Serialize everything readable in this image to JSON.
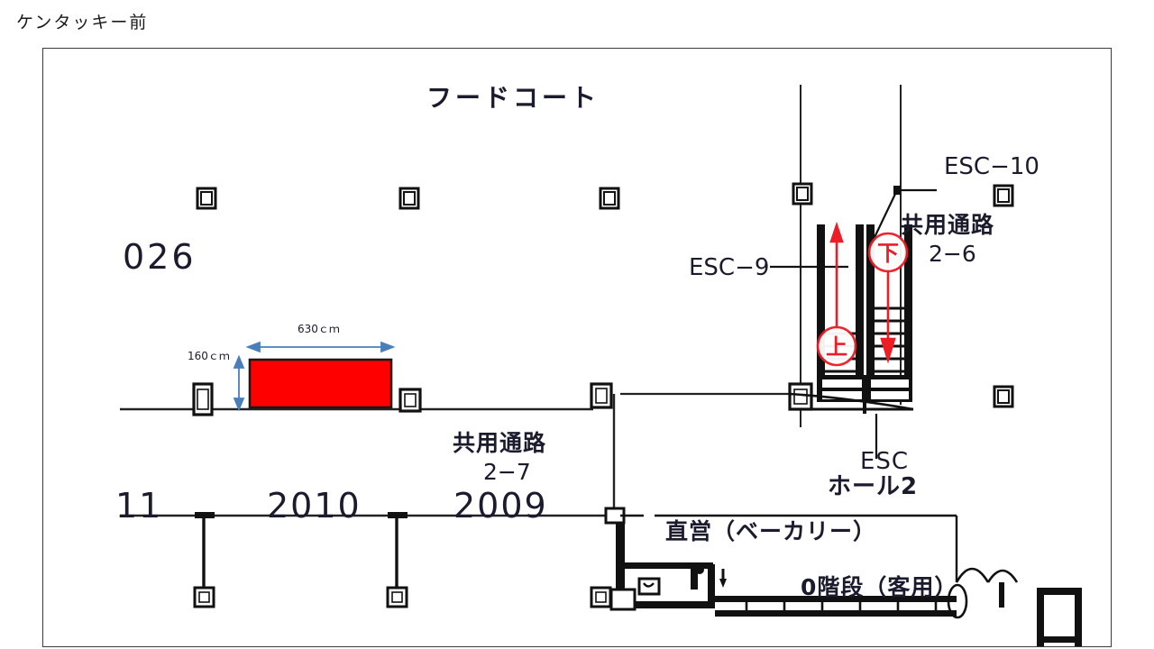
{
  "page": {
    "title": "ケンタッキー前"
  },
  "floorplan": {
    "area_label": "フードコート",
    "zone_code": "026",
    "red_fixture": {
      "width_label": "630ｃｍ",
      "height_label": "160ｃｍ",
      "fill_color": "#ff0000",
      "stroke_color": "#1a1a1a"
    },
    "escalators": [
      {
        "name": "ESC-9",
        "label": "ESC−9",
        "direction_marker": "上",
        "direction_color": "#ee1c24"
      },
      {
        "name": "ESC-10",
        "label": "ESC−10",
        "direction_marker": "下",
        "direction_color": "#ee1c24"
      }
    ],
    "corridors": [
      {
        "name": "共用通路 2-6",
        "line1": "共用通路",
        "line2": "2−6"
      },
      {
        "name": "共用通路 2-7",
        "line1": "共用通路",
        "line2": "2−7"
      }
    ],
    "hall": {
      "line1": "ESC",
      "line2": "ホール2"
    },
    "tenants": [
      {
        "code": "11"
      },
      {
        "code": "2010"
      },
      {
        "code": "2009"
      }
    ],
    "rooms": [
      {
        "label": "直営（ベーカリー）"
      },
      {
        "label": "0階段（客用）"
      }
    ],
    "colors": {
      "wall": "#111111",
      "thin_line": "#222222",
      "dimension_arrow": "#4a7ebb",
      "text": "#1b1b2e",
      "red": "#ee1c24"
    }
  }
}
